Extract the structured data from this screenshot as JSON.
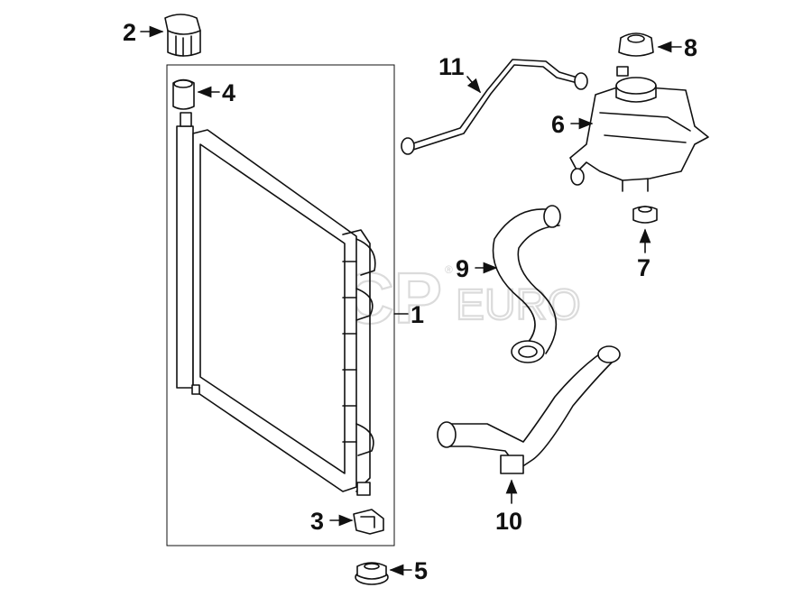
{
  "diagram": {
    "watermark": {
      "brand": "FCP",
      "suffix": "EURO",
      "registered": "®"
    },
    "callouts": [
      {
        "id": "1",
        "label": "1"
      },
      {
        "id": "2",
        "label": "2"
      },
      {
        "id": "3",
        "label": "3"
      },
      {
        "id": "4",
        "label": "4"
      },
      {
        "id": "5",
        "label": "5"
      },
      {
        "id": "6",
        "label": "6"
      },
      {
        "id": "7",
        "label": "7"
      },
      {
        "id": "8",
        "label": "8"
      },
      {
        "id": "9",
        "label": "9"
      },
      {
        "id": "10",
        "label": "10"
      },
      {
        "id": "11",
        "label": "11"
      }
    ]
  }
}
